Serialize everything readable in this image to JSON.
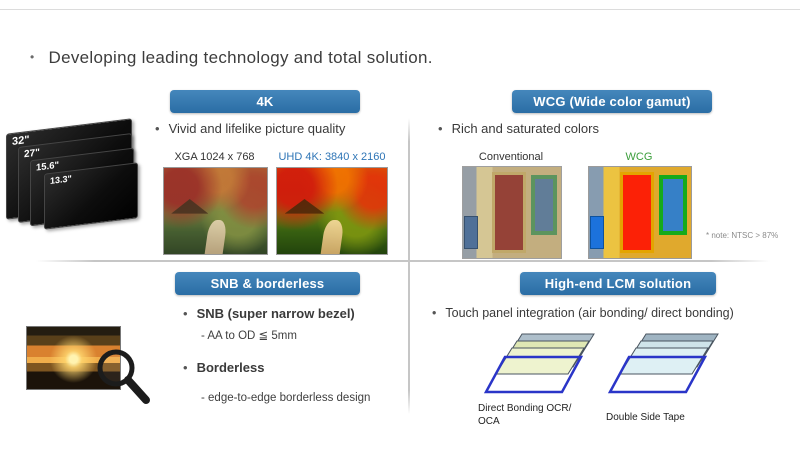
{
  "slide": {
    "title": "Developing leading technology and total solution."
  },
  "four_k": {
    "header": "4K",
    "bullet": "Vivid and lifelike picture quality",
    "label_left": "XGA 1024 x 768",
    "label_right": "UHD 4K: 3840 x 2160",
    "panel_sizes": [
      "32\"",
      "27\"",
      "15.6\"",
      "13.3\""
    ]
  },
  "wcg": {
    "header": "WCG (Wide color gamut)",
    "bullet": "Rich and saturated colors",
    "label_left": "Conventional",
    "label_right": "WCG",
    "note": "* note: NTSC > 87%"
  },
  "snb": {
    "header": "SNB & borderless",
    "item1_title": "SNB (super narrow bezel)",
    "item1_detail": "- AA to OD ≦ 5mm",
    "item2_title": "Borderless",
    "item2_detail": "- edge-to-edge borderless design"
  },
  "lcm": {
    "header": "High-end LCM solution",
    "bullet": "Touch panel integration (air bonding/ direct bonding)",
    "label_left_line1": "Direct Bonding OCR/",
    "label_left_line2": "OCA",
    "label_right": "Double Side Tape"
  },
  "colors": {
    "header_pill": "#2E77AE",
    "uhd_label": "#2E75B6",
    "wcg_label": "#3C9E3C",
    "divider": "#C6C6C6"
  }
}
